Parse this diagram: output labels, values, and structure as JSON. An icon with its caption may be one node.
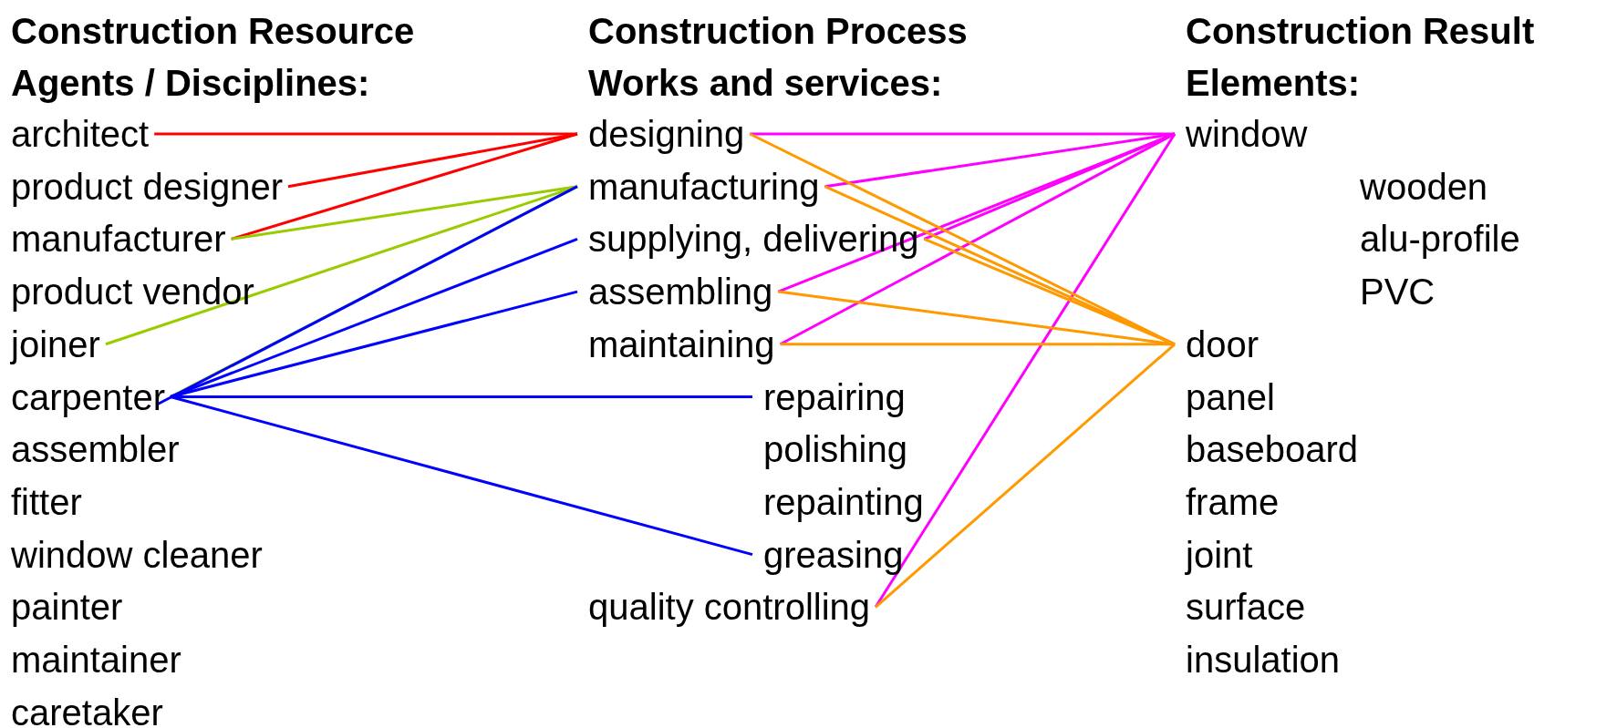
{
  "diagram": {
    "nodes": [
      {
        "text": [
          "architect"
        ]
      },
      {
        "text": [
          "product designer"
        ]
      },
      {
        "text": [
          "manufacturer"
        ]
      },
      {
        "text": [
          "product vendor"
        ]
      },
      {
        "text": [
          "joiner"
        ]
      },
      {
        "text": [
          "carpenter"
        ]
      },
      {
        "text": [
          "assembler"
        ]
      },
      {
        "text": [
          "fitter"
        ]
      },
      {
        "text": [
          "window cleaner"
        ]
      },
      {
        "text": [
          "painter"
        ]
      },
      {
        "text": [
          "maintainer"
        ]
      },
      {
        "text": [
          "caretaker"
        ]
      },
      {
        "text": [
          "designing"
        ]
      },
      {
        "text": [
          "manufacturing"
        ]
      },
      {
        "text": [
          "supplying, delivering"
        ]
      },
      {
        "text": [
          "assembling"
        ]
      },
      {
        "text": [
          "maintaining"
        ]
      },
      {
        "text": [
          "repairing"
        ]
      },
      {
        "text": [
          "polishing"
        ]
      },
      {
        "text": [
          "repainting"
        ]
      },
      {
        "text": [
          "greasing"
        ]
      },
      {
        "text": [
          "quality controlling"
        ]
      },
      {
        "text": [
          "window"
        ]
      },
      {
        "text": [
          "wooden"
        ]
      },
      {
        "text": [
          "alu-profile"
        ]
      },
      {
        "text": [
          "PVC"
        ]
      },
      {
        "text": [
          "door"
        ]
      },
      {
        "text": [
          "panel"
        ]
      },
      {
        "text": [
          "baseboard"
        ]
      },
      {
        "text": [
          "frame"
        ]
      },
      {
        "text": [
          "joint"
        ]
      },
      {
        "text": [
          "surface"
        ]
      },
      {
        "text": [
          "insulation"
        ]
      }
    ],
    "edges": [
      {
        "from": 0,
        "to": 12,
        "arrow": "none",
        "color": "#ff0000"
      },
      {
        "from": 1,
        "to": 12,
        "arrow": "none",
        "color": "#ff0000"
      },
      {
        "from": 2,
        "to": 12,
        "arrow": "none",
        "color": "#ff0000"
      },
      {
        "from": 2,
        "to": 13,
        "arrow": "none",
        "color": "#99cc00"
      },
      {
        "from": 4,
        "to": 13,
        "arrow": "none",
        "color": "#99cc00"
      },
      {
        "from": 5,
        "to": 13,
        "arrow": "none",
        "color": "#99cc00"
      },
      {
        "from": 5,
        "to": 13,
        "arrow": "none",
        "color": "#0000ff"
      },
      {
        "from": 5,
        "to": 14,
        "arrow": "none",
        "color": "#0000ff"
      },
      {
        "from": 5,
        "to": 15,
        "arrow": "none",
        "color": "#0000ff"
      },
      {
        "from": 5,
        "to": 17,
        "arrow": "none",
        "color": "#0000ff"
      },
      {
        "from": 5,
        "to": 20,
        "arrow": "none",
        "color": "#0000ff"
      },
      {
        "from": 12,
        "to": 22,
        "arrow": "none",
        "color": "#ff00ff"
      },
      {
        "from": 13,
        "to": 22,
        "arrow": "none",
        "color": "#ff00ff"
      },
      {
        "from": 14,
        "to": 22,
        "arrow": "none",
        "color": "#ff00ff"
      },
      {
        "from": 15,
        "to": 22,
        "arrow": "none",
        "color": "#ff00ff"
      },
      {
        "from": 16,
        "to": 22,
        "arrow": "none",
        "color": "#ff00ff"
      },
      {
        "from": 21,
        "to": 22,
        "arrow": "none",
        "color": "#ff00ff"
      },
      {
        "from": 12,
        "to": 26,
        "arrow": "none",
        "color": "#ff9900"
      },
      {
        "from": 13,
        "to": 26,
        "arrow": "none",
        "color": "#ff9900"
      },
      {
        "from": 14,
        "to": 26,
        "arrow": "none",
        "color": "#ff9900"
      },
      {
        "from": 15,
        "to": 26,
        "arrow": "none",
        "color": "#ff9900"
      },
      {
        "from": 16,
        "to": 26,
        "arrow": "none",
        "color": "#ff9900"
      },
      {
        "from": 21,
        "to": 26,
        "arrow": "none",
        "color": "#ff9900"
      }
    ],
    "labels": [
      "Construction Resource Agents / Disciplines:",
      "Construction Process Works and services:",
      "Construction Result Elements:"
    ]
  }
}
